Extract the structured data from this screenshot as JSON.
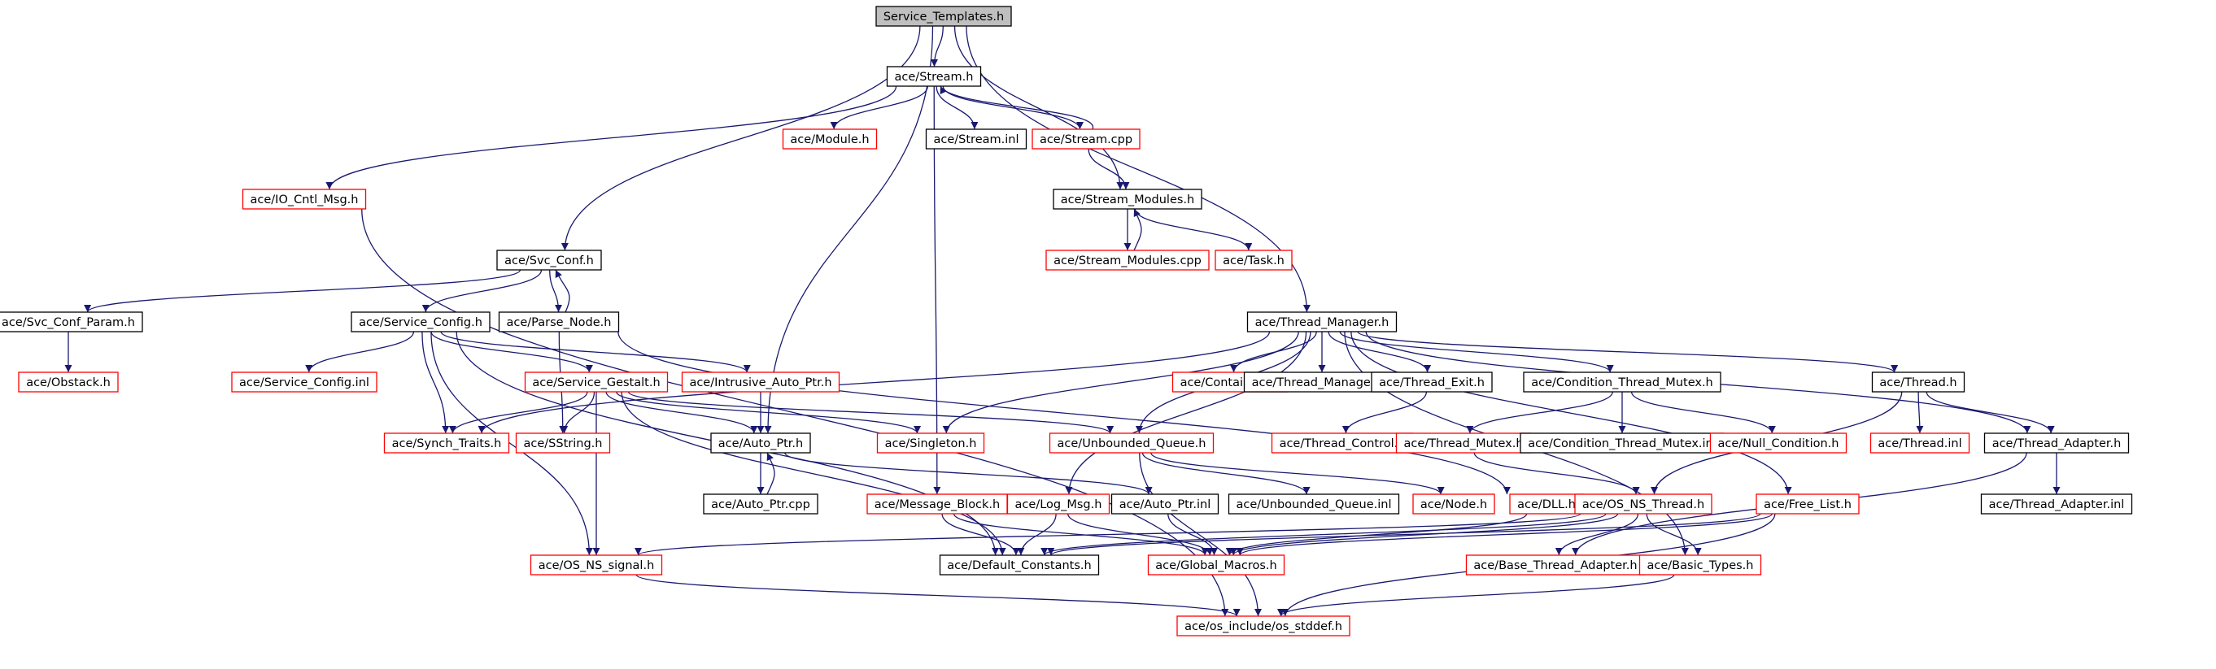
{
  "colors": {
    "edge": "#191970",
    "root_fill": "#bfbfbf",
    "root_border": "#000000",
    "found_border": "#000000",
    "missing_border": "#ff0000",
    "background": "#ffffff"
  },
  "diagram": {
    "type": "include-dependency-graph",
    "nodes": [
      {
        "id": "service_templates_h",
        "label": "Service_Templates.h",
        "kind": "root"
      },
      {
        "id": "stream_h",
        "label": "ace/Stream.h",
        "kind": "found"
      },
      {
        "id": "module_h",
        "label": "ace/Module.h",
        "kind": "missing"
      },
      {
        "id": "stream_inl",
        "label": "ace/Stream.inl",
        "kind": "found"
      },
      {
        "id": "stream_cpp",
        "label": "ace/Stream.cpp",
        "kind": "missing"
      },
      {
        "id": "io_cntl_msg_h",
        "label": "ace/IO_Cntl_Msg.h",
        "kind": "missing"
      },
      {
        "id": "stream_modules_h",
        "label": "ace/Stream_Modules.h",
        "kind": "found"
      },
      {
        "id": "stream_modules_cpp",
        "label": "ace/Stream_Modules.cpp",
        "kind": "missing"
      },
      {
        "id": "task_h",
        "label": "ace/Task.h",
        "kind": "missing"
      },
      {
        "id": "svc_conf_h",
        "label": "ace/Svc_Conf.h",
        "kind": "found"
      },
      {
        "id": "svc_conf_param_h",
        "label": "ace/Svc_Conf_Param.h",
        "kind": "found"
      },
      {
        "id": "obstack_h",
        "label": "ace/Obstack.h",
        "kind": "missing"
      },
      {
        "id": "service_config_h",
        "label": "ace/Service_Config.h",
        "kind": "found"
      },
      {
        "id": "parse_node_h",
        "label": "ace/Parse_Node.h",
        "kind": "found"
      },
      {
        "id": "service_config_inl",
        "label": "ace/Service_Config.inl",
        "kind": "missing"
      },
      {
        "id": "service_gestalt_h",
        "label": "ace/Service_Gestalt.h",
        "kind": "missing"
      },
      {
        "id": "intrusive_auto_ptr_h",
        "label": "ace/Intrusive_Auto_Ptr.h",
        "kind": "missing"
      },
      {
        "id": "synch_traits_h",
        "label": "ace/Synch_Traits.h",
        "kind": "missing"
      },
      {
        "id": "sstring_h",
        "label": "ace/SString.h",
        "kind": "missing"
      },
      {
        "id": "auto_ptr_h",
        "label": "ace/Auto_Ptr.h",
        "kind": "found"
      },
      {
        "id": "auto_ptr_cpp",
        "label": "ace/Auto_Ptr.cpp",
        "kind": "found"
      },
      {
        "id": "singleton_h",
        "label": "ace/Singleton.h",
        "kind": "missing"
      },
      {
        "id": "thread_manager_h",
        "label": "ace/Thread_Manager.h",
        "kind": "found"
      },
      {
        "id": "containers_h",
        "label": "ace/Containers.h",
        "kind": "missing"
      },
      {
        "id": "thread_manager_inl",
        "label": "ace/Thread_Manager.inl",
        "kind": "found"
      },
      {
        "id": "thread_exit_h",
        "label": "ace/Thread_Exit.h",
        "kind": "found"
      },
      {
        "id": "condition_thread_mutex_h",
        "label": "ace/Condition_Thread_Mutex.h",
        "kind": "found"
      },
      {
        "id": "thread_h",
        "label": "ace/Thread.h",
        "kind": "found"
      },
      {
        "id": "unbounded_queue_h",
        "label": "ace/Unbounded_Queue.h",
        "kind": "missing"
      },
      {
        "id": "thread_control_h",
        "label": "ace/Thread_Control.h",
        "kind": "missing"
      },
      {
        "id": "thread_mutex_h",
        "label": "ace/Thread_Mutex.h",
        "kind": "missing"
      },
      {
        "id": "condition_thread_mutex_inl",
        "label": "ace/Condition_Thread_Mutex.inl",
        "kind": "found"
      },
      {
        "id": "null_condition_h",
        "label": "ace/Null_Condition.h",
        "kind": "missing"
      },
      {
        "id": "thread_inl",
        "label": "ace/Thread.inl",
        "kind": "missing"
      },
      {
        "id": "thread_adapter_h",
        "label": "ace/Thread_Adapter.h",
        "kind": "found"
      },
      {
        "id": "thread_adapter_inl",
        "label": "ace/Thread_Adapter.inl",
        "kind": "found"
      },
      {
        "id": "message_block_h",
        "label": "ace/Message_Block.h",
        "kind": "missing"
      },
      {
        "id": "log_msg_h",
        "label": "ace/Log_Msg.h",
        "kind": "missing"
      },
      {
        "id": "auto_ptr_inl",
        "label": "ace/Auto_Ptr.inl",
        "kind": "found"
      },
      {
        "id": "unbounded_queue_inl",
        "label": "ace/Unbounded_Queue.inl",
        "kind": "found"
      },
      {
        "id": "node_h",
        "label": "ace/Node.h",
        "kind": "missing"
      },
      {
        "id": "dll_h",
        "label": "ace/DLL.h",
        "kind": "missing"
      },
      {
        "id": "os_ns_thread_h",
        "label": "ace/OS_NS_Thread.h",
        "kind": "missing"
      },
      {
        "id": "free_list_h",
        "label": "ace/Free_List.h",
        "kind": "missing"
      },
      {
        "id": "os_ns_signal_h",
        "label": "ace/OS_NS_signal.h",
        "kind": "missing"
      },
      {
        "id": "default_constants_h",
        "label": "ace/Default_Constants.h",
        "kind": "found"
      },
      {
        "id": "global_macros_h",
        "label": "ace/Global_Macros.h",
        "kind": "missing"
      },
      {
        "id": "base_thread_adapter_h",
        "label": "ace/Base_Thread_Adapter.h",
        "kind": "missing"
      },
      {
        "id": "basic_types_h",
        "label": "ace/Basic_Types.h",
        "kind": "missing"
      },
      {
        "id": "os_stddef_h",
        "label": "ace/os_include/os_stddef.h",
        "kind": "missing"
      }
    ],
    "edges": [
      [
        "service_templates_h",
        "stream_h"
      ],
      [
        "service_templates_h",
        "svc_conf_h"
      ],
      [
        "service_templates_h",
        "auto_ptr_h"
      ],
      [
        "service_templates_h",
        "stream_modules_h"
      ],
      [
        "service_templates_h",
        "thread_manager_h"
      ],
      [
        "stream_h",
        "module_h"
      ],
      [
        "stream_h",
        "stream_inl"
      ],
      [
        "stream_h",
        "stream_cpp"
      ],
      [
        "stream_h",
        "io_cntl_msg_h"
      ],
      [
        "stream_h",
        "message_block_h"
      ],
      [
        "stream_cpp",
        "stream_h"
      ],
      [
        "stream_cpp",
        "stream_modules_h"
      ],
      [
        "stream_modules_h",
        "stream_modules_cpp"
      ],
      [
        "stream_modules_cpp",
        "stream_modules_h"
      ],
      [
        "stream_modules_h",
        "task_h"
      ],
      [
        "io_cntl_msg_h",
        "os_stddef_h"
      ],
      [
        "svc_conf_h",
        "svc_conf_param_h"
      ],
      [
        "svc_conf_h",
        "service_config_h"
      ],
      [
        "svc_conf_h",
        "parse_node_h"
      ],
      [
        "parse_node_h",
        "svc_conf_h"
      ],
      [
        "svc_conf_param_h",
        "obstack_h"
      ],
      [
        "service_config_h",
        "service_config_inl"
      ],
      [
        "service_config_h",
        "service_gestalt_h"
      ],
      [
        "service_config_h",
        "intrusive_auto_ptr_h"
      ],
      [
        "service_config_h",
        "synch_traits_h"
      ],
      [
        "service_config_h",
        "os_ns_signal_h"
      ],
      [
        "service_config_h",
        "default_constants_h"
      ],
      [
        "parse_node_h",
        "sstring_h"
      ],
      [
        "parse_node_h",
        "dll_h"
      ],
      [
        "service_gestalt_h",
        "synch_traits_h"
      ],
      [
        "service_gestalt_h",
        "sstring_h"
      ],
      [
        "service_gestalt_h",
        "auto_ptr_h"
      ],
      [
        "service_gestalt_h",
        "singleton_h"
      ],
      [
        "service_gestalt_h",
        "unbounded_queue_h"
      ],
      [
        "service_gestalt_h",
        "os_ns_signal_h"
      ],
      [
        "service_gestalt_h",
        "default_constants_h"
      ],
      [
        "intrusive_auto_ptr_h",
        "auto_ptr_h"
      ],
      [
        "auto_ptr_h",
        "auto_ptr_cpp"
      ],
      [
        "auto_ptr_cpp",
        "auto_ptr_h"
      ],
      [
        "auto_ptr_h",
        "auto_ptr_inl"
      ],
      [
        "auto_ptr_inl",
        "global_macros_h"
      ],
      [
        "thread_manager_h",
        "containers_h"
      ],
      [
        "thread_manager_h",
        "thread_manager_inl"
      ],
      [
        "thread_manager_h",
        "thread_exit_h"
      ],
      [
        "thread_manager_h",
        "condition_thread_mutex_h"
      ],
      [
        "thread_manager_h",
        "thread_h"
      ],
      [
        "thread_manager_h",
        "thread_adapter_h"
      ],
      [
        "thread_manager_h",
        "synch_traits_h"
      ],
      [
        "thread_manager_h",
        "singleton_h"
      ],
      [
        "thread_manager_h",
        "unbounded_queue_h"
      ],
      [
        "thread_manager_h",
        "log_msg_h"
      ],
      [
        "thread_manager_h",
        "free_list_h"
      ],
      [
        "thread_manager_h",
        "basic_types_h"
      ],
      [
        "thread_exit_h",
        "thread_control_h"
      ],
      [
        "condition_thread_mutex_h",
        "thread_mutex_h"
      ],
      [
        "condition_thread_mutex_h",
        "condition_thread_mutex_inl"
      ],
      [
        "condition_thread_mutex_h",
        "null_condition_h"
      ],
      [
        "thread_mutex_h",
        "os_ns_thread_h"
      ],
      [
        "thread_h",
        "thread_inl"
      ],
      [
        "thread_h",
        "thread_adapter_h"
      ],
      [
        "thread_h",
        "os_ns_thread_h"
      ],
      [
        "thread_adapter_h",
        "thread_adapter_inl"
      ],
      [
        "thread_adapter_h",
        "base_thread_adapter_h"
      ],
      [
        "unbounded_queue_h",
        "unbounded_queue_inl"
      ],
      [
        "unbounded_queue_h",
        "node_h"
      ],
      [
        "unbounded_queue_h",
        "os_stddef_h"
      ],
      [
        "message_block_h",
        "default_constants_h"
      ],
      [
        "message_block_h",
        "global_macros_h"
      ],
      [
        "log_msg_h",
        "default_constants_h"
      ],
      [
        "log_msg_h",
        "global_macros_h"
      ],
      [
        "dll_h",
        "global_macros_h"
      ],
      [
        "os_ns_thread_h",
        "os_ns_signal_h"
      ],
      [
        "os_ns_thread_h",
        "default_constants_h"
      ],
      [
        "os_ns_thread_h",
        "global_macros_h"
      ],
      [
        "os_ns_thread_h",
        "base_thread_adapter_h"
      ],
      [
        "os_ns_thread_h",
        "basic_types_h"
      ],
      [
        "free_list_h",
        "default_constants_h"
      ],
      [
        "free_list_h",
        "global_macros_h"
      ],
      [
        "free_list_h",
        "os_stddef_h"
      ],
      [
        "basic_types_h",
        "os_stddef_h"
      ],
      [
        "os_ns_signal_h",
        "os_stddef_h"
      ]
    ]
  }
}
